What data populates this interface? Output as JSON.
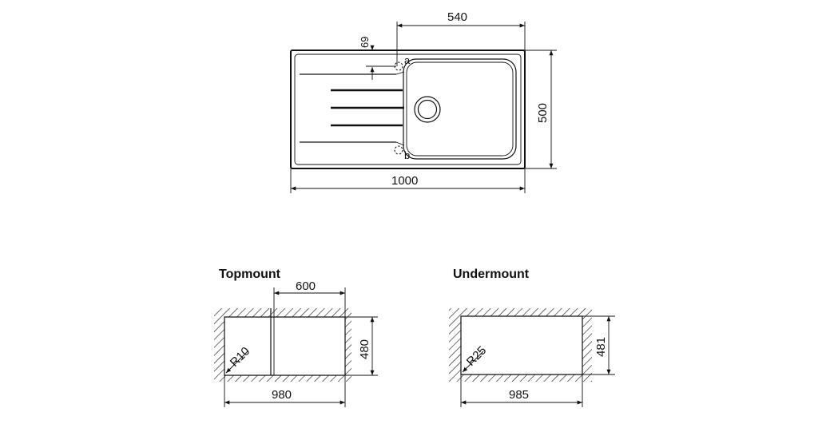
{
  "main_view": {
    "dim_total_width": "1000",
    "dim_bowl_width": "540",
    "dim_height": "500",
    "dim_tap_offset": "69",
    "tap_hole_a": "a",
    "tap_hole_b": "b"
  },
  "topmount": {
    "title": "Topmount",
    "dim_top": "600",
    "dim_width": "980",
    "dim_height": "480",
    "radius": "R10"
  },
  "undermount": {
    "title": "Undermount",
    "dim_width": "985",
    "dim_height": "481",
    "radius": "R25"
  }
}
